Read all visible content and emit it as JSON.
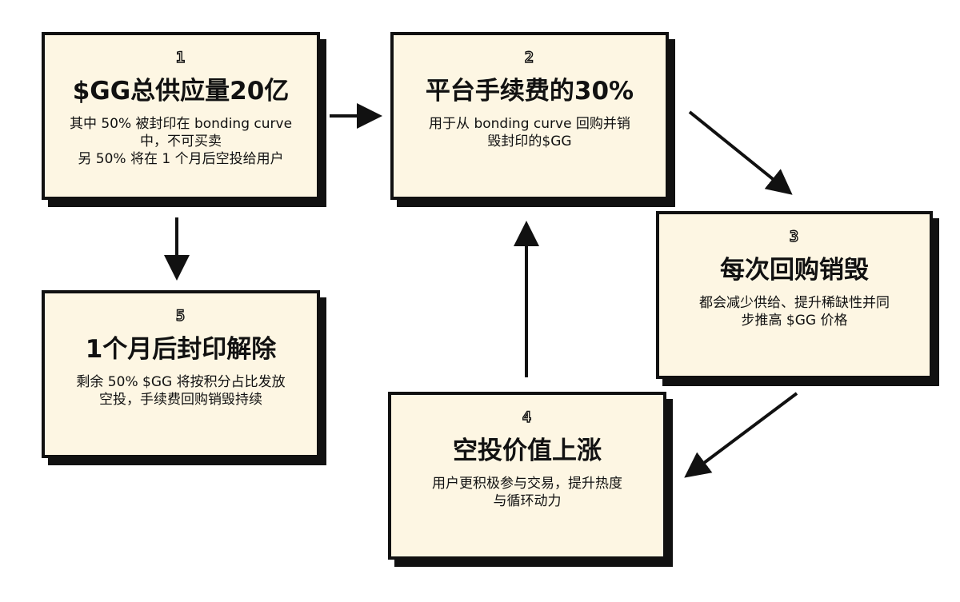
{
  "steps": [
    {
      "number": "1",
      "title": "$GG总供应量20亿",
      "lines": [
        "其中 50% 被封印在 bonding curve",
        "中，不可买卖",
        "另 50% 将在 1 个月后空投给用户"
      ]
    },
    {
      "number": "2",
      "title": "平台手续费的30%",
      "lines": [
        "用于从 bonding curve 回购并销",
        "毁封印的$GG"
      ]
    },
    {
      "number": "3",
      "title": "每次回购销毁",
      "lines": [
        "都会减少供给、提升稀缺性并同",
        "步推高 $GG 价格"
      ]
    },
    {
      "number": "4",
      "title": "空投价值上涨",
      "lines": [
        "用户更积极参与交易，提升热度",
        "与循环动力"
      ]
    },
    {
      "number": "5",
      "title": "1个月后封印解除",
      "lines": [
        "剩余 50% $GG 将按积分占比发放",
        "空投，手续费回购销毁持续"
      ]
    }
  ],
  "connections": [
    {
      "from": "1",
      "to": "2"
    },
    {
      "from": "2",
      "to": "3"
    },
    {
      "from": "3",
      "to": "4"
    },
    {
      "from": "4",
      "to": "2"
    },
    {
      "from": "1",
      "to": "5"
    }
  ]
}
